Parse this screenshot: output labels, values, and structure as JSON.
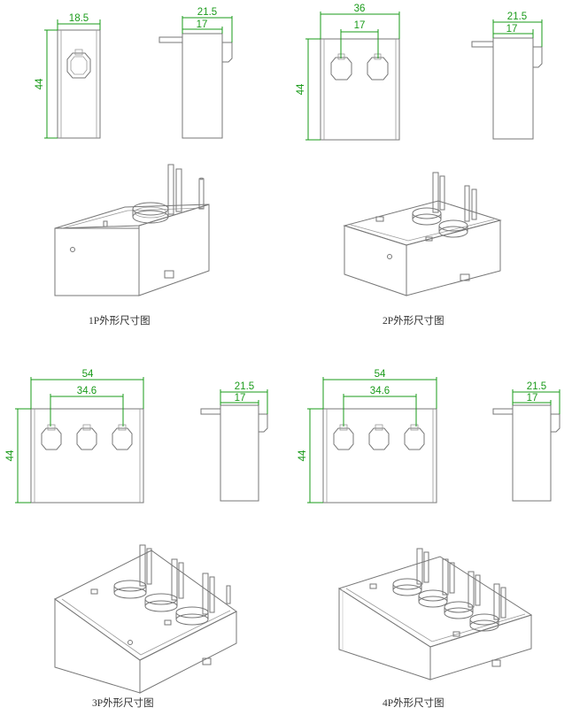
{
  "panels": [
    {
      "id": "1p",
      "front": {
        "width": "18.5",
        "height": "44"
      },
      "side": {
        "depth_total": "21.5",
        "depth_inner": "17"
      },
      "caption": "1P外形尺寸图"
    },
    {
      "id": "2p",
      "front": {
        "width": "36",
        "pitch": "17",
        "height": "44"
      },
      "side": {
        "depth_total": "21.5",
        "depth_inner": "17"
      },
      "caption": "2P外形尺寸图"
    },
    {
      "id": "3p",
      "front": {
        "width": "54",
        "pitch": "34.6",
        "height": "44"
      },
      "side": {
        "depth_total": "21.5",
        "depth_inner": "17"
      },
      "caption": "3P外形尺寸图"
    },
    {
      "id": "4p",
      "front": {
        "width": "54",
        "pitch": "34.6",
        "height": "44"
      },
      "side": {
        "depth_total": "21.5",
        "depth_inner": "17"
      },
      "caption": "4P外形尺寸图"
    }
  ],
  "colors": {
    "dimension": "#1a9b1a",
    "outline": "#777777"
  }
}
